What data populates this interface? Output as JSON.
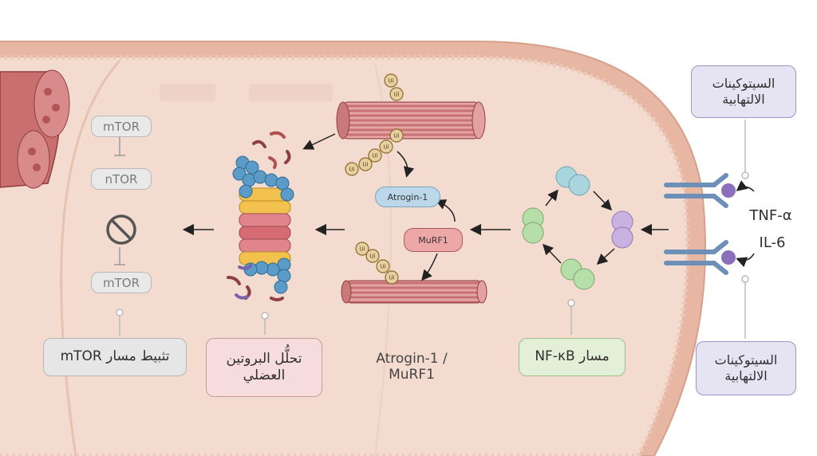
{
  "cytokine_box_top": "السيتوكينات الالتهابية",
  "cytokine_box_bottom": "السيتوكينات الالتهابية",
  "cytokines": {
    "tnf": "TNF-α",
    "il6": "IL-6"
  },
  "pathways": {
    "nfkb": "مسار NF-κB",
    "atrogin_murf": "Atrogin-1 / MuRF1",
    "protein_degradation": "تحلُّل البروتين العضلي",
    "mtor_inhibition": "تثبيط مسار mTOR"
  },
  "ligases": {
    "atrogin": "Atrogin-1",
    "murf": "MuRF1"
  },
  "ubiquitin": "Ui",
  "mtor_chain": [
    "mTOR",
    "nTOR",
    "mTOR"
  ],
  "colors": {
    "cell_fill": "#f6e2d6",
    "membrane": "#e4b4a0",
    "nfkb_box": "#e3efd6",
    "degradation_box": "#f6dcdc",
    "mtor_box": "#e6e6e6",
    "cytokine_box": "#e6e3f3"
  }
}
